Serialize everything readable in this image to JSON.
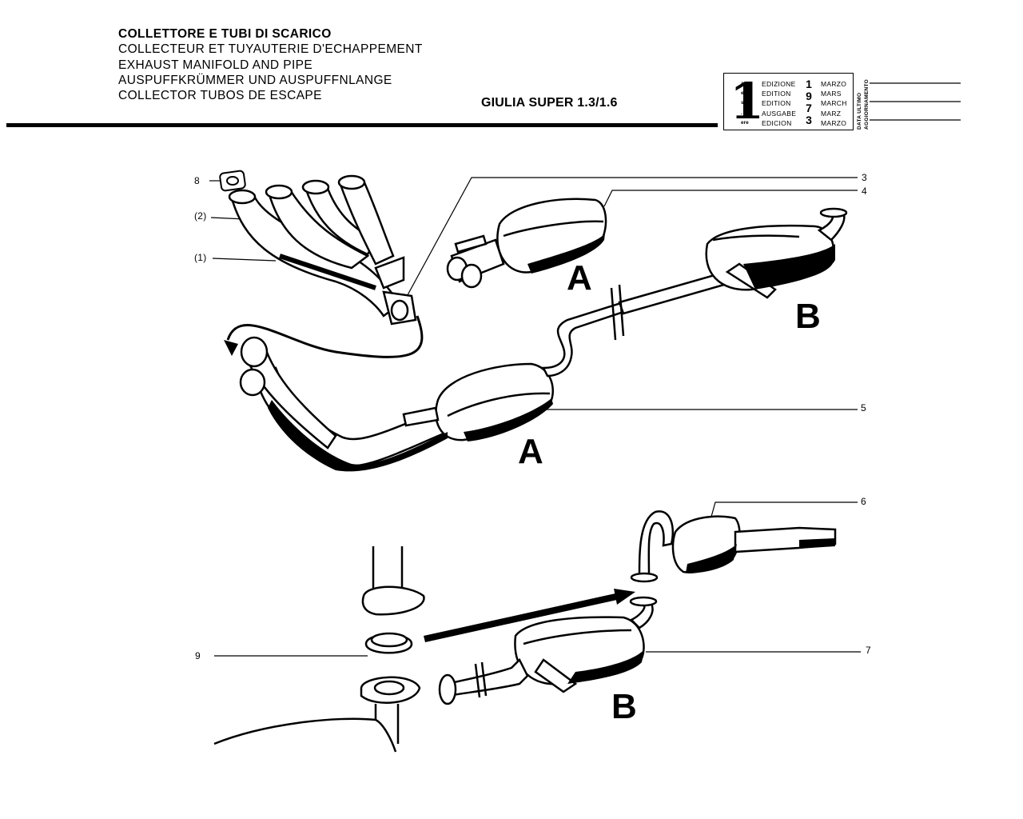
{
  "header": {
    "titles": [
      "COLLETTORE E TUBI DI SCARICO",
      "COLLECTEUR ET TUYAUTERIE D'ECHAPPEMENT",
      "EXHAUST MANIFOLD AND PIPE",
      "AUSPUFFKRÜMMER UND AUSPUFFNLANGE",
      "COLLECTOR TUBOS DE ESCAPE"
    ],
    "model": "GIULIA SUPER 1.3/1.6"
  },
  "edition": {
    "number": "1",
    "ordinals": [
      "a",
      "ere",
      "st",
      ".",
      "ere"
    ],
    "labels": [
      "EDIZIONE",
      "EDITION",
      "EDITION",
      "AUSGABE",
      "EDICION"
    ],
    "year": [
      "1",
      "9",
      "7",
      "3"
    ],
    "months": [
      "MARZO",
      "MARS",
      "MARCH",
      "MARZ",
      "MARZO"
    ],
    "update_label_1": "DATA ULTIMO",
    "update_label_2": "AGGIORNAMENTO"
  },
  "callouts": {
    "c1": "(1)",
    "c2": "(2)",
    "c3": "3",
    "c4": "4",
    "c5": "5",
    "c6": "6",
    "c7": "7",
    "c8": "8",
    "c9": "9"
  },
  "variants": {
    "a": "A",
    "b": "B"
  }
}
